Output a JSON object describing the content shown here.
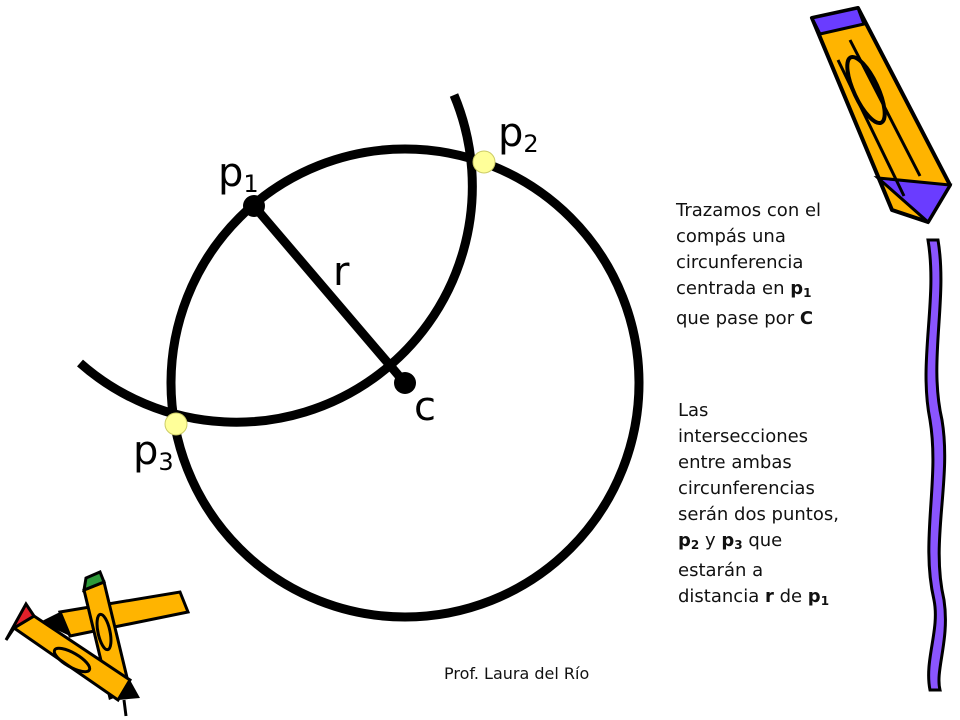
{
  "diagram": {
    "points": [
      {
        "id": "p1",
        "base": "p",
        "sub": "1"
      },
      {
        "id": "p2",
        "base": "p",
        "sub": "2"
      },
      {
        "id": "p3",
        "base": "p",
        "sub": "3"
      },
      {
        "id": "C",
        "label": "c"
      }
    ],
    "segment_label": "r",
    "colors": {
      "stroke": "#000000",
      "intersection_fill": "#ffff99",
      "pencil_orange": "#ffb400",
      "pencil_purple": "#6a3cff",
      "pencil_red": "#e0202a",
      "pencil_green": "#2e9a3a",
      "stripe_purple": "#8a55ff"
    }
  },
  "text1": {
    "line1": "Trazamos con el",
    "line2": "compás una",
    "line3": "circunferencia",
    "line4_pre": "centrada en ",
    "line4_p": "p",
    "line4_sub": "1",
    "line5_pre": "que pase por ",
    "line5_c": "C"
  },
  "text2": {
    "line1": "Las",
    "line2": "intersecciones",
    "line3": "entre ambas",
    "line4": "circunferencias",
    "line5": "serán dos puntos,",
    "line6_p2": "p",
    "line6_p2sub": "2",
    "line6_mid": " y ",
    "line6_p3": "p",
    "line6_p3sub": "3",
    "line6_end": " que",
    "line7": "estarán a",
    "line8_pre": "distancia ",
    "line8_r": "r",
    "line8_mid": " de ",
    "line8_p": "p",
    "line8_sub": "1"
  },
  "footer": "Prof. Laura del Río",
  "icons": {
    "top_right": "pencil-icon",
    "bottom_left": "pencils-icon",
    "right_edge": "stripe-decoration"
  }
}
